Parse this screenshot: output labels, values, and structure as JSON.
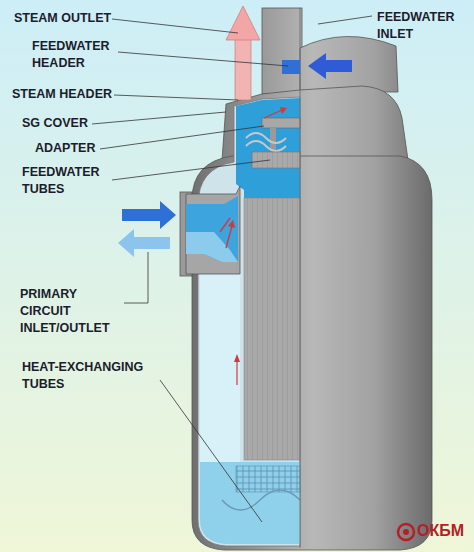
{
  "diagram": {
    "labels": [
      "STEAM OUTLET",
      "FEEDWATER INLET",
      "FEEDWATER HEADER",
      "STEAM HEADER",
      "SG COVER",
      "ADAPTER",
      "FEEDWATER TUBES",
      "PRIMARY CIRCUIT INLET/OUTLET",
      "HEAT-EXCHANGING TUBES",
      "ОКБМ"
    ]
  }
}
